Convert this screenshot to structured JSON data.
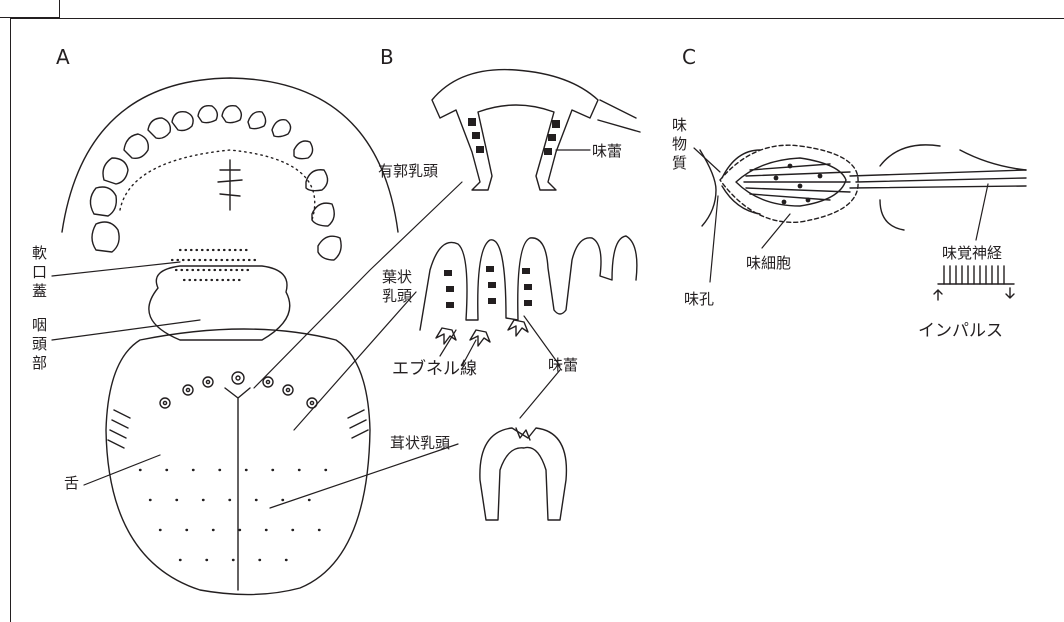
{
  "panels": {
    "a": "A",
    "b": "B",
    "c": "C"
  },
  "labels": {
    "soft_palate": "軟口蓋",
    "pharynx": "咽頭部",
    "tongue": "舌",
    "circumvallate": "有郭乳頭",
    "foliate": "葉状乳頭",
    "fungiform": "茸状乳頭",
    "taste_bud_top": "味蕾",
    "taste_bud_mid": "味蕾",
    "ebner": "エブネル線",
    "taste_substance": "味物質",
    "taste_pore": "味孔",
    "taste_cell": "味細胞",
    "taste_nerve": "味覚神経",
    "impulse": "インパルス"
  },
  "colors": {
    "ink": "#231f20",
    "background": "#ffffff"
  }
}
